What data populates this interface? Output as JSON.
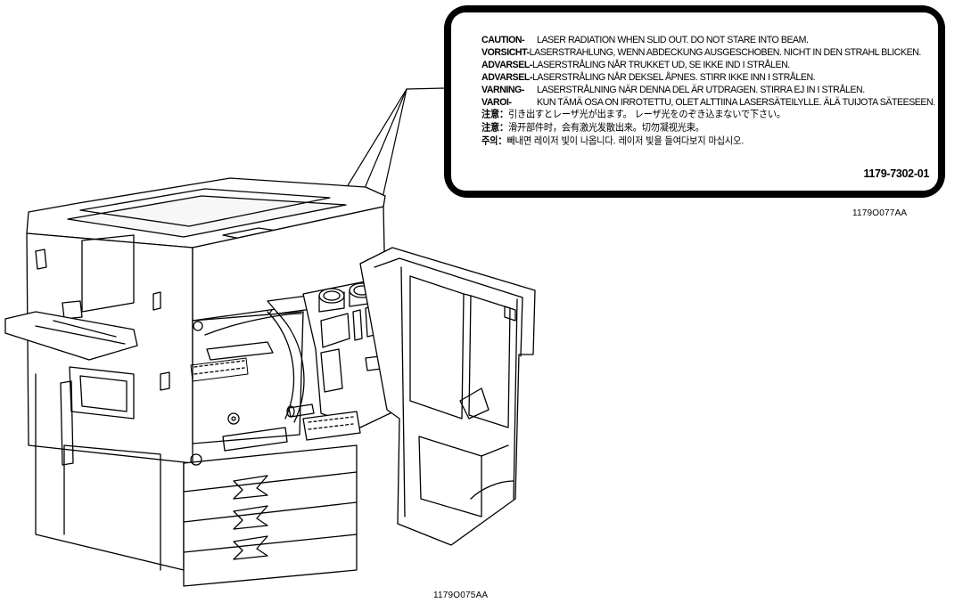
{
  "label": {
    "lines": [
      {
        "key": "CAUTION-",
        "text": "LASER RADIATION WHEN SLID OUT. DO NOT STARE INTO BEAM."
      },
      {
        "key": "VORSICHT-",
        "text": "LASERSTRAHLUNG, WENN ABDECKUNG AUSGESCHOBEN. NICHT IN DEN STRAHL BLICKEN."
      },
      {
        "key": "ADVARSEL-",
        "text": "LASERSTRÅLING NÅR TRUKKET UD, SE IKKE IND I STRÅLEN."
      },
      {
        "key": "ADVARSEL-",
        "text": "LASERSTRÅLING NÅR DEKSEL ÅPNES. STIRR IKKE INN I STRÅLEN."
      },
      {
        "key": "VARNING-",
        "text": "LASERSTRÅLNING NÄR DENNA DEL ÄR UTDRAGEN. STIRRA EJ IN I STRÅLEN."
      },
      {
        "key": "VAROI-",
        "text": "KUN TÄMÄ OSA ON IRROTETTU, OLET ALTTIINA LASERSÄTEILYLLE. ÄLÄ TUIJOTA SÄTEESEEN."
      }
    ],
    "cjk_lines": [
      {
        "key": "注意：",
        "text": "引き出すとレーザ光が出ます。 レーザ光をのぞき込まないで下さい。"
      },
      {
        "key": "注意：",
        "text": "滑开部件时，会有激光发散出来。切勿凝视光束。"
      },
      {
        "key": "주의：",
        "text": "빼내면 레이저 빛이 나옵니다. 레이저 빛을 들여다보지 마십시오."
      }
    ],
    "part_number": "1179-7302-01"
  },
  "captions": {
    "label_figure": "1179O077AA",
    "machine_figure": "1179O075AA"
  }
}
